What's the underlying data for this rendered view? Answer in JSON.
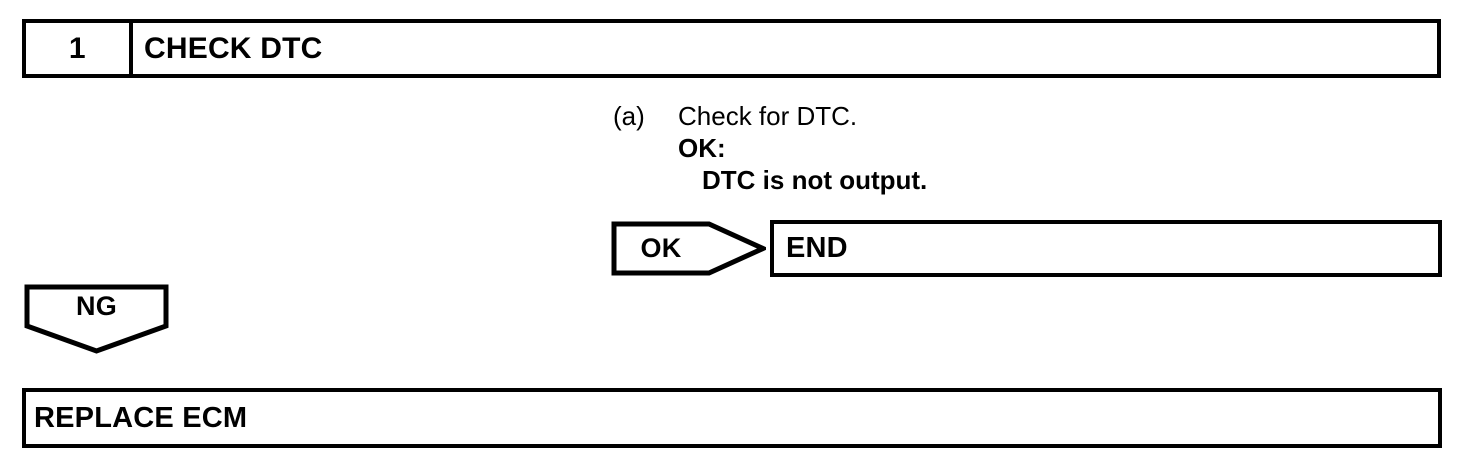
{
  "flowchart": {
    "step": {
      "number": "1",
      "title": "CHECK DTC"
    },
    "procedure": {
      "marker": "(a)",
      "instruction": "Check for DTC.",
      "criteria_label": "OK:",
      "criteria_value": "DTC is not output."
    },
    "branches": {
      "ok": {
        "label": "OK",
        "target": "END"
      },
      "ng": {
        "label": "NG",
        "target": "REPLACE ECM"
      }
    },
    "colors": {
      "line": "#000000",
      "background": "#ffffff",
      "text": "#000000"
    }
  }
}
